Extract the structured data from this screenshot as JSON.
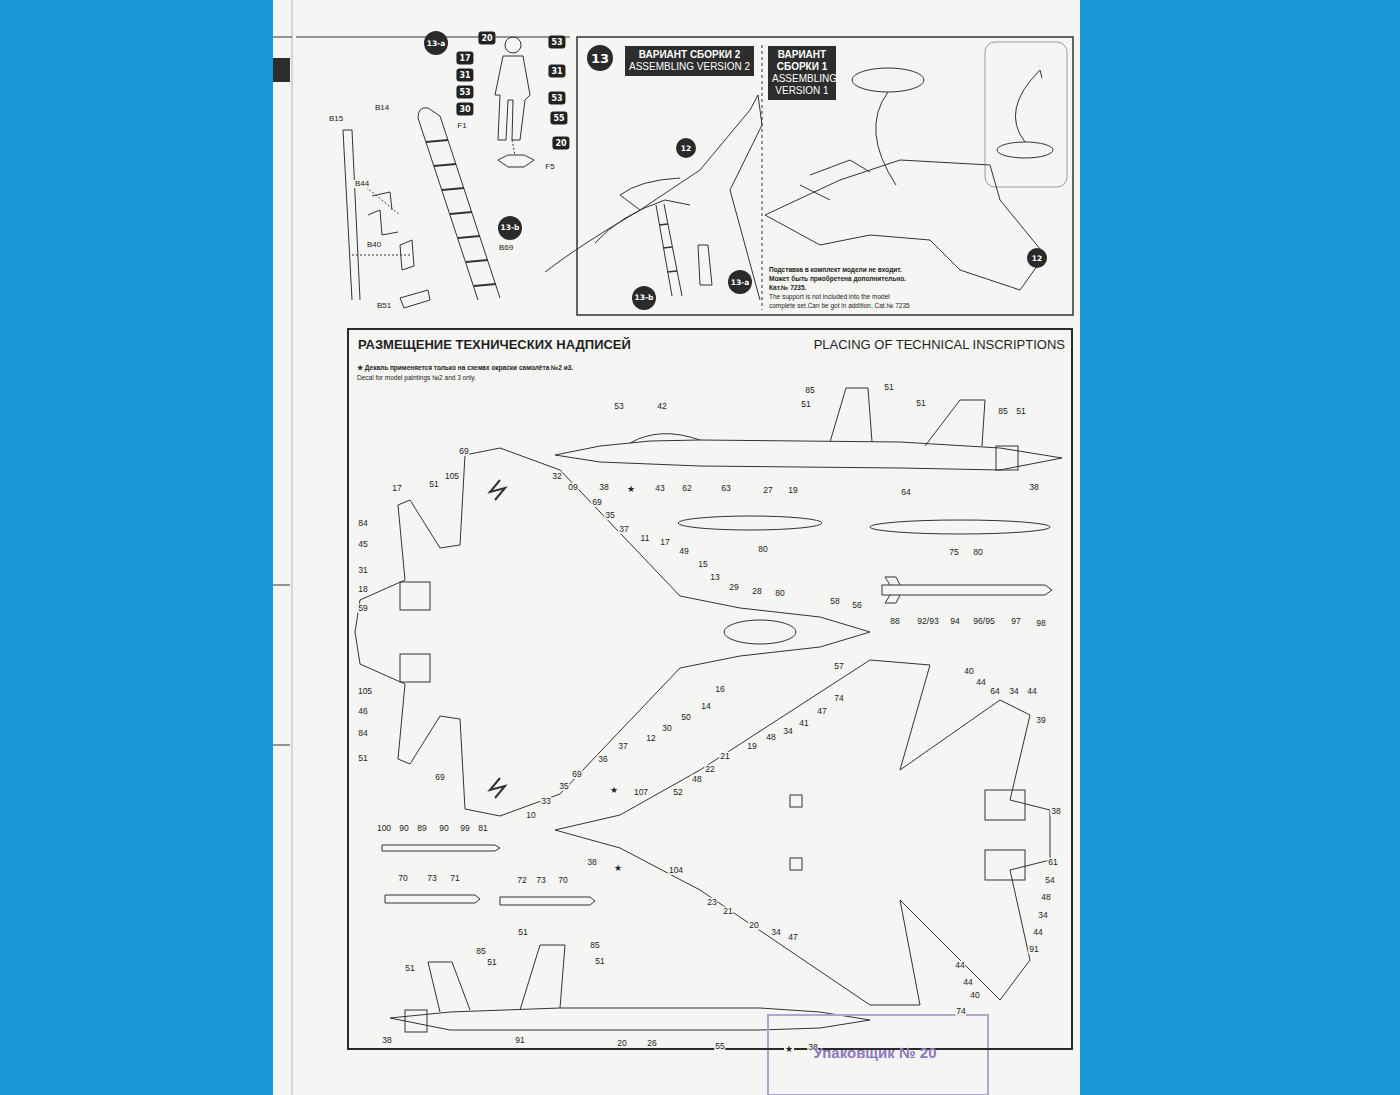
{
  "diagram": {
    "nodes": [
      {
        "text": [
          "13-a"
        ]
      },
      {
        "text": [
          "13-b"
        ]
      },
      {
        "text": [
          "13"
        ]
      },
      {
        "text": [
          "ВАРИАНТ СБОРКИ 2",
          "ASSEMBLING VERSION 2"
        ]
      },
      {
        "text": [
          "ВАРИАНТ СБОРКИ 1",
          "ASSEMBLING VERSION 1"
        ]
      },
      {
        "text": [
          "12"
        ]
      },
      {
        "text": [
          "13-a"
        ]
      },
      {
        "text": [
          "13-b"
        ]
      },
      {
        "text": [
          "12"
        ]
      },
      {
        "text": [
          "РАЗМЕЩЕНИЕ ТЕХНИЧЕСКИХ НАДПИСЕЙ",
          "PLACING OF TECHNICAL INSCRIPTIONS"
        ]
      }
    ],
    "labels": [
      "B15",
      "B14",
      "B44",
      "B40",
      "B69",
      "B51",
      "F1",
      "F5",
      "20",
      "17",
      "31",
      "53",
      "30",
      "53",
      "31",
      "53",
      "55",
      "20",
      "Подставка в комплект модели не входит. Может быть приобретена дополнительно. Кат.№ 7235.",
      "The support is not included into the model complete set.Can be got in addition. Cat.№ 7235",
      "★ Декаль применяется только на схемах окраски самолёта №2 и3.",
      "Decal for model paintings №2 and 3 only.",
      "53",
      "42",
      "85",
      "51",
      "51",
      "51",
      "85",
      "51",
      "38",
      "★",
      "43",
      "62",
      "63",
      "27",
      "19",
      "64",
      "38",
      "80",
      "75",
      "80",
      "88",
      "92/93",
      "94",
      "96/95",
      "97",
      "98",
      "69",
      "105",
      "51",
      "17",
      "32",
      "09",
      "69",
      "35",
      "37",
      "11",
      "17",
      "49",
      "15",
      "13",
      "29",
      "28",
      "80",
      "84",
      "45",
      "31",
      "18",
      "59",
      "58",
      "56",
      "57",
      "105",
      "46",
      "84",
      "51",
      "16",
      "14",
      "50",
      "30",
      "12",
      "37",
      "36",
      "69",
      "35",
      "33",
      "10",
      "69",
      "40",
      "44",
      "64",
      "34",
      "44",
      "39",
      "74",
      "47",
      "41",
      "34",
      "48",
      "19",
      "21",
      "22",
      "48",
      "★",
      "107",
      "52",
      "38",
      "★",
      "104",
      "38",
      "61",
      "54",
      "48",
      "34",
      "44",
      "91",
      "23",
      "21",
      "20",
      "34",
      "47",
      "44",
      "44",
      "40",
      "74",
      "100",
      "90",
      "89",
      "90",
      "99",
      "81",
      "70",
      "73",
      "71",
      "72",
      "73",
      "70",
      "51",
      "85",
      "51",
      "85",
      "51",
      "51",
      "38",
      "91",
      "20",
      "26",
      "55",
      "★",
      "38",
      "Упаковщик № 20"
    ]
  }
}
